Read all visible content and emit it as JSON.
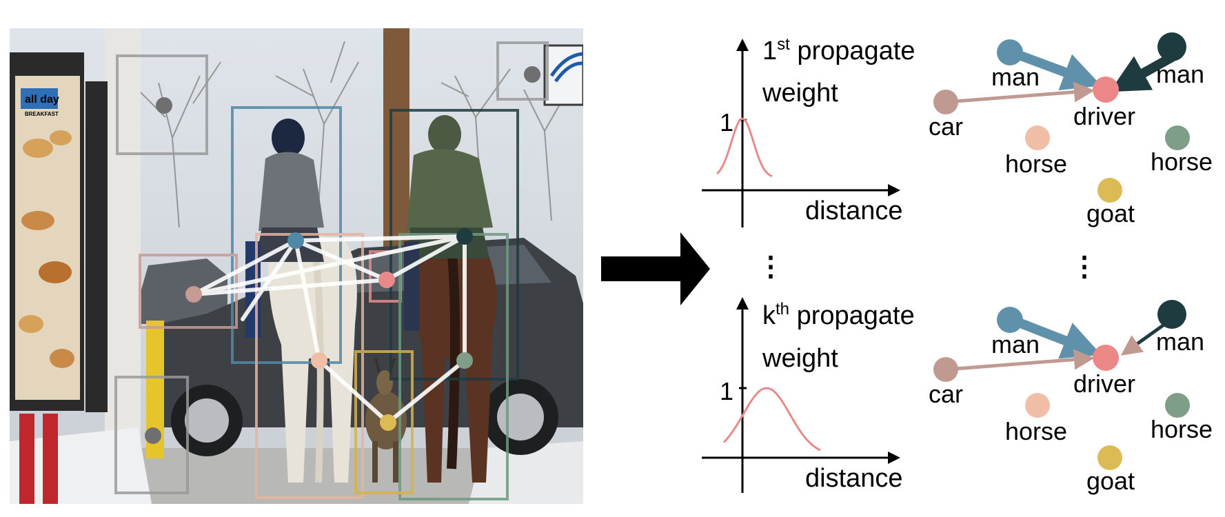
{
  "photo": {
    "sign_text": "all day",
    "sign_subtext": "BREAKFAST",
    "boxes": [
      {
        "label": "lamp",
        "color": "#9a9a9a"
      },
      {
        "label": "sign",
        "color": "#9a9a9a"
      },
      {
        "label": "man",
        "color": "#4f89a7"
      },
      {
        "label": "man",
        "color": "#1e3b3f"
      },
      {
        "label": "car",
        "color": "#c59b93"
      },
      {
        "label": "driver",
        "color": "#e88a8a"
      },
      {
        "label": "horse",
        "color": "#e6b59f"
      },
      {
        "label": "horse",
        "color": "#6f9a7f"
      },
      {
        "label": "goat",
        "color": "#d8b24a"
      },
      {
        "label": "post",
        "color": "#9a9a9a"
      }
    ]
  },
  "arrow": {
    "color": "#000000"
  },
  "top_plot": {
    "title_prefix": "1",
    "title_sup": "st",
    "title_line1": " propagate",
    "title_line2": "weight",
    "y_tick": "1",
    "x_label": "distance",
    "curve_color": "#e88a8a"
  },
  "bottom_plot": {
    "title_prefix": "k",
    "title_sup": "th",
    "title_line1": " propagate",
    "title_line2": "weight",
    "y_tick": "1",
    "x_label": "distance",
    "curve_color": "#e88a8a"
  },
  "ellipsis": "⋮",
  "graph_top": {
    "nodes": [
      {
        "label": "man",
        "color": "#5f91ab"
      },
      {
        "label": "man",
        "color": "#1e3b3f"
      },
      {
        "label": "car",
        "color": "#c09a91"
      },
      {
        "label": "driver",
        "color": "#ec8787"
      },
      {
        "label": "horse",
        "color": "#f0bda7"
      },
      {
        "label": "horse",
        "color": "#7e9e88"
      },
      {
        "label": "goat",
        "color": "#dcbb55"
      }
    ]
  },
  "graph_bottom": {
    "nodes": [
      {
        "label": "man",
        "color": "#5f91ab"
      },
      {
        "label": "man",
        "color": "#1e3b3f"
      },
      {
        "label": "car",
        "color": "#c09a91"
      },
      {
        "label": "driver",
        "color": "#ec8787"
      },
      {
        "label": "horse",
        "color": "#f0bda7"
      },
      {
        "label": "horse",
        "color": "#7e9e88"
      },
      {
        "label": "goat",
        "color": "#dcbb55"
      }
    ]
  }
}
